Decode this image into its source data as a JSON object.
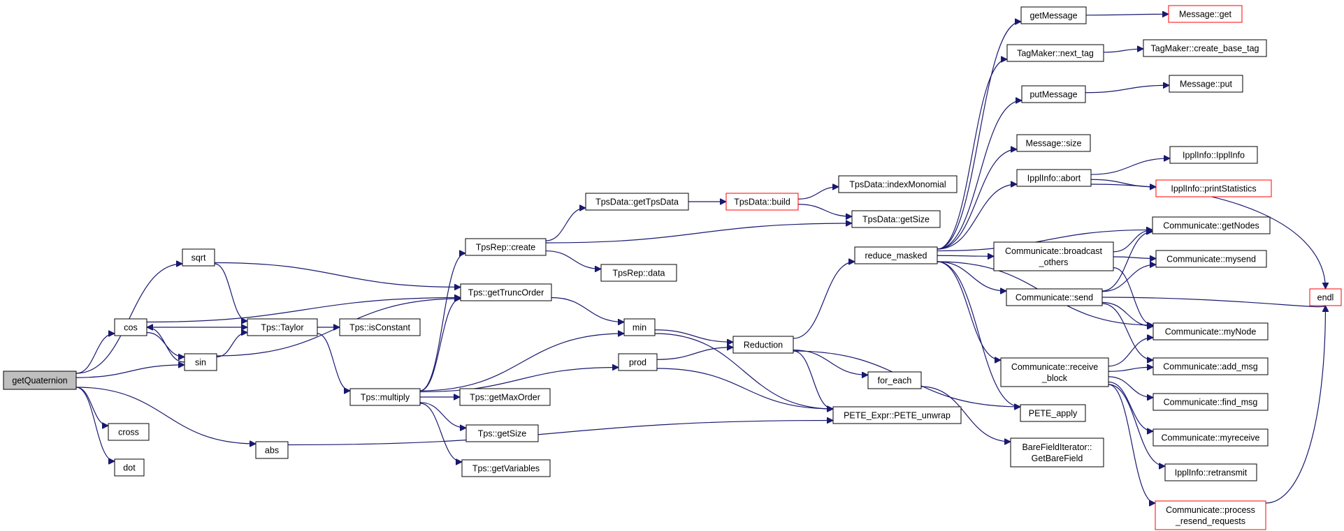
{
  "colors": {
    "edge": "#191970",
    "box_border": "#000000",
    "truncated_border": "#ff0000",
    "root_fill": "#bfbfbf",
    "node_fill": "#ffffff"
  },
  "nodes": [
    {
      "id": "getQuaternion",
      "lines": [
        "getQuaternion"
      ],
      "style": "root"
    },
    {
      "id": "sqrt",
      "lines": [
        "sqrt"
      ],
      "style": "normal"
    },
    {
      "id": "cos",
      "lines": [
        "cos"
      ],
      "style": "normal"
    },
    {
      "id": "sin",
      "lines": [
        "sin"
      ],
      "style": "normal"
    },
    {
      "id": "cross",
      "lines": [
        "cross"
      ],
      "style": "normal"
    },
    {
      "id": "dot",
      "lines": [
        "dot"
      ],
      "style": "normal"
    },
    {
      "id": "abs",
      "lines": [
        "abs"
      ],
      "style": "normal"
    },
    {
      "id": "tpsTaylor",
      "lines": [
        "Tps::Taylor"
      ],
      "style": "normal"
    },
    {
      "id": "tpsIsConstant",
      "lines": [
        "Tps::isConstant"
      ],
      "style": "normal"
    },
    {
      "id": "tpsMultiply",
      "lines": [
        "Tps::multiply"
      ],
      "style": "normal"
    },
    {
      "id": "tpsRepCreate",
      "lines": [
        "TpsRep::create"
      ],
      "style": "normal"
    },
    {
      "id": "tpsGetTruncOrder",
      "lines": [
        "Tps::getTruncOrder"
      ],
      "style": "normal"
    },
    {
      "id": "tpsGetMaxOrder",
      "lines": [
        "Tps::getMaxOrder"
      ],
      "style": "normal"
    },
    {
      "id": "tpsGetSize",
      "lines": [
        "Tps::getSize"
      ],
      "style": "normal"
    },
    {
      "id": "tpsGetVariables",
      "lines": [
        "Tps::getVariables"
      ],
      "style": "normal"
    },
    {
      "id": "tpsDataGetTpsData",
      "lines": [
        "TpsData::getTpsData"
      ],
      "style": "normal"
    },
    {
      "id": "tpsRepData",
      "lines": [
        "TpsRep::data"
      ],
      "style": "normal"
    },
    {
      "id": "min",
      "lines": [
        "min"
      ],
      "style": "normal"
    },
    {
      "id": "prod",
      "lines": [
        "prod"
      ],
      "style": "normal"
    },
    {
      "id": "tpsDataBuild",
      "lines": [
        "TpsData::build"
      ],
      "style": "truncated"
    },
    {
      "id": "tpsDataIndexMonomial",
      "lines": [
        "TpsData::indexMonomial"
      ],
      "style": "normal"
    },
    {
      "id": "tpsDataGetSize",
      "lines": [
        "TpsData::getSize"
      ],
      "style": "normal"
    },
    {
      "id": "reduction",
      "lines": [
        "Reduction"
      ],
      "style": "normal"
    },
    {
      "id": "forEach",
      "lines": [
        "for_each"
      ],
      "style": "normal"
    },
    {
      "id": "peteUnwrap",
      "lines": [
        "PETE_Expr::PETE_unwrap"
      ],
      "style": "normal"
    },
    {
      "id": "reduceMasked",
      "lines": [
        "reduce_masked"
      ],
      "style": "normal"
    },
    {
      "id": "bareFieldIter",
      "lines": [
        "BareFieldIterator::",
        "GetBareField"
      ],
      "style": "normal"
    },
    {
      "id": "getMessage",
      "lines": [
        "getMessage"
      ],
      "style": "normal"
    },
    {
      "id": "tagMakerNextTag",
      "lines": [
        "TagMaker::next_tag"
      ],
      "style": "normal"
    },
    {
      "id": "putMessage",
      "lines": [
        "putMessage"
      ],
      "style": "normal"
    },
    {
      "id": "messageSize",
      "lines": [
        "Message::size"
      ],
      "style": "normal"
    },
    {
      "id": "ipplInfoAbort",
      "lines": [
        "IpplInfo::abort"
      ],
      "style": "normal"
    },
    {
      "id": "commBroadcast",
      "lines": [
        "Communicate::broadcast",
        "_others"
      ],
      "style": "normal"
    },
    {
      "id": "commSend",
      "lines": [
        "Communicate::send"
      ],
      "style": "normal"
    },
    {
      "id": "commReceiveBlock",
      "lines": [
        "Communicate::receive",
        "_block"
      ],
      "style": "normal"
    },
    {
      "id": "peteApply",
      "lines": [
        "PETE_apply"
      ],
      "style": "normal"
    },
    {
      "id": "messageGet",
      "lines": [
        "Message::get"
      ],
      "style": "truncated"
    },
    {
      "id": "tagMakerCreateBaseTag",
      "lines": [
        "TagMaker::create_base_tag"
      ],
      "style": "normal"
    },
    {
      "id": "messagePut",
      "lines": [
        "Message::put"
      ],
      "style": "normal"
    },
    {
      "id": "ipplInfoIpplInfo",
      "lines": [
        "IpplInfo::IpplInfo"
      ],
      "style": "normal"
    },
    {
      "id": "ipplInfoPrintStatistics",
      "lines": [
        "IpplInfo::printStatistics"
      ],
      "style": "truncated"
    },
    {
      "id": "commGetNodes",
      "lines": [
        "Communicate::getNodes"
      ],
      "style": "normal"
    },
    {
      "id": "commMysend",
      "lines": [
        "Communicate::mysend"
      ],
      "style": "normal"
    },
    {
      "id": "commMyNode",
      "lines": [
        "Communicate::myNode"
      ],
      "style": "normal"
    },
    {
      "id": "commAddMsg",
      "lines": [
        "Communicate::add_msg"
      ],
      "style": "normal"
    },
    {
      "id": "commFindMsg",
      "lines": [
        "Communicate::find_msg"
      ],
      "style": "normal"
    },
    {
      "id": "commMyreceive",
      "lines": [
        "Communicate::myreceive"
      ],
      "style": "normal"
    },
    {
      "id": "ipplInfoRetransmit",
      "lines": [
        "IpplInfo::retransmit"
      ],
      "style": "normal"
    },
    {
      "id": "commProcessResend",
      "lines": [
        "Communicate::process",
        "_resend_requests"
      ],
      "style": "truncated"
    },
    {
      "id": "endl",
      "lines": [
        "endl"
      ],
      "style": "truncated"
    }
  ],
  "edges": [
    [
      "getQuaternion",
      "sqrt"
    ],
    [
      "getQuaternion",
      "cos"
    ],
    [
      "getQuaternion",
      "sin"
    ],
    [
      "getQuaternion",
      "cross"
    ],
    [
      "getQuaternion",
      "dot"
    ],
    [
      "getQuaternion",
      "abs"
    ],
    [
      "sqrt",
      "tpsTaylor"
    ],
    [
      "sqrt",
      "tpsGetTruncOrder"
    ],
    [
      "cos",
      "tpsTaylor"
    ],
    [
      "cos",
      "sin"
    ],
    [
      "cos",
      "tpsGetTruncOrder"
    ],
    [
      "sin",
      "cos"
    ],
    [
      "sin",
      "tpsTaylor"
    ],
    [
      "sin",
      "tpsGetTruncOrder"
    ],
    [
      "abs",
      "peteUnwrap"
    ],
    [
      "tpsTaylor",
      "tpsIsConstant"
    ],
    [
      "tpsTaylor",
      "tpsMultiply"
    ],
    [
      "tpsMultiply",
      "tpsRepCreate"
    ],
    [
      "tpsMultiply",
      "tpsGetTruncOrder"
    ],
    [
      "tpsMultiply",
      "min"
    ],
    [
      "tpsMultiply",
      "prod"
    ],
    [
      "tpsMultiply",
      "tpsGetMaxOrder"
    ],
    [
      "tpsMultiply",
      "tpsGetSize"
    ],
    [
      "tpsMultiply",
      "tpsGetVariables"
    ],
    [
      "tpsRepCreate",
      "tpsDataGetTpsData"
    ],
    [
      "tpsRepCreate",
      "tpsDataGetSize"
    ],
    [
      "tpsRepCreate",
      "tpsRepData"
    ],
    [
      "tpsGetTruncOrder",
      "min"
    ],
    [
      "tpsDataGetTpsData",
      "tpsDataBuild"
    ],
    [
      "tpsDataBuild",
      "tpsDataIndexMonomial"
    ],
    [
      "tpsDataBuild",
      "tpsDataGetSize"
    ],
    [
      "min",
      "reduction"
    ],
    [
      "min",
      "peteUnwrap"
    ],
    [
      "prod",
      "reduction"
    ],
    [
      "prod",
      "peteUnwrap"
    ],
    [
      "reduction",
      "reduceMasked"
    ],
    [
      "reduction",
      "forEach"
    ],
    [
      "reduction",
      "peteUnwrap"
    ],
    [
      "reduction",
      "peteApply"
    ],
    [
      "forEach",
      "bareFieldIter"
    ],
    [
      "reduceMasked",
      "getMessage"
    ],
    [
      "reduceMasked",
      "tagMakerNextTag"
    ],
    [
      "reduceMasked",
      "putMessage"
    ],
    [
      "reduceMasked",
      "messageSize"
    ],
    [
      "reduceMasked",
      "ipplInfoAbort"
    ],
    [
      "reduceMasked",
      "commBroadcast"
    ],
    [
      "reduceMasked",
      "commGetNodes"
    ],
    [
      "reduceMasked",
      "commSend"
    ],
    [
      "reduceMasked",
      "commMyNode"
    ],
    [
      "reduceMasked",
      "commReceiveBlock"
    ],
    [
      "reduceMasked",
      "peteApply"
    ],
    [
      "getMessage",
      "messageGet"
    ],
    [
      "tagMakerNextTag",
      "tagMakerCreateBaseTag"
    ],
    [
      "putMessage",
      "messagePut"
    ],
    [
      "ipplInfoAbort",
      "endl"
    ],
    [
      "ipplInfoAbort",
      "ipplInfoIpplInfo"
    ],
    [
      "ipplInfoAbort",
      "ipplInfoPrintStatistics"
    ],
    [
      "commBroadcast",
      "commGetNodes"
    ],
    [
      "commBroadcast",
      "commMysend"
    ],
    [
      "commBroadcast",
      "commMyNode"
    ],
    [
      "commSend",
      "commGetNodes"
    ],
    [
      "commSend",
      "commMysend"
    ],
    [
      "commSend",
      "endl"
    ],
    [
      "commSend",
      "commMyNode"
    ],
    [
      "commSend",
      "commAddMsg"
    ],
    [
      "commReceiveBlock",
      "commMyNode"
    ],
    [
      "commReceiveBlock",
      "commAddMsg"
    ],
    [
      "commReceiveBlock",
      "commFindMsg"
    ],
    [
      "commReceiveBlock",
      "commMyreceive"
    ],
    [
      "commReceiveBlock",
      "ipplInfoRetransmit"
    ],
    [
      "commReceiveBlock",
      "commProcessResend"
    ],
    [
      "commProcessResend",
      "endl"
    ]
  ]
}
